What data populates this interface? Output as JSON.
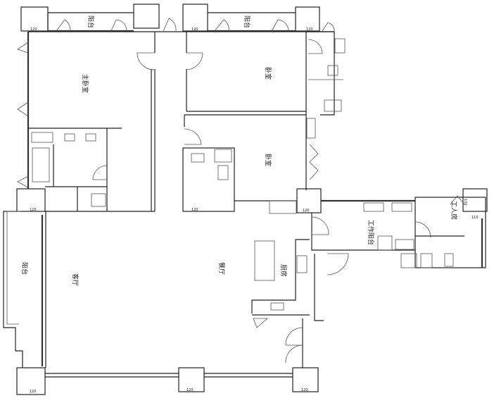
{
  "rooms": {
    "balcony_top_left": "阳台",
    "balcony_top_right": "阳台",
    "master_bedroom": "主卧室",
    "bedroom_2": "卧室",
    "bedroom_3": "卧室",
    "balcony_left": "阳台",
    "living_room": "客厅",
    "dining_room": "餐厅",
    "kitchen": "厨房",
    "service_balcony": "工作阳台",
    "maid_room": "工人房"
  },
  "dimensions": {
    "column": "120",
    "maid_column_a": "130",
    "maid_column_b": "110"
  },
  "colors": {
    "line": "#222222",
    "background": "#ffffff"
  }
}
